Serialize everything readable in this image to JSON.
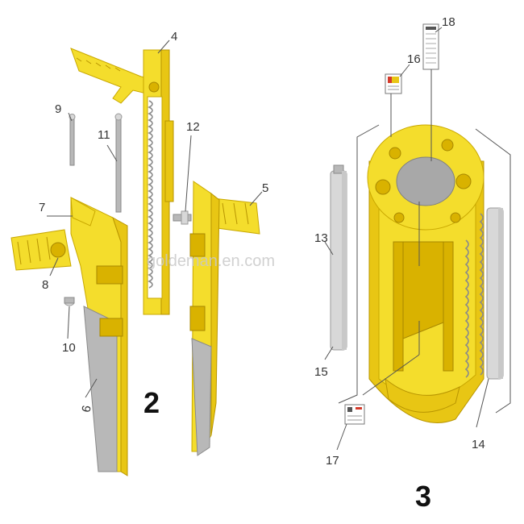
{
  "figures": {
    "fig2": "2",
    "fig3": "3"
  },
  "callouts": {
    "c4": "4",
    "c5": "5",
    "c6": "6",
    "c7": "7",
    "c8": "8",
    "c9": "9",
    "c10": "10",
    "c11": "11",
    "c12": "12",
    "c13": "13",
    "c14": "14",
    "c15": "15",
    "c16": "16",
    "c17": "17",
    "c18": "18"
  },
  "watermark": "goldeman.en.com",
  "colors": {
    "part_yellow": "#f4dd2c",
    "steel": "#b8b8b8"
  }
}
